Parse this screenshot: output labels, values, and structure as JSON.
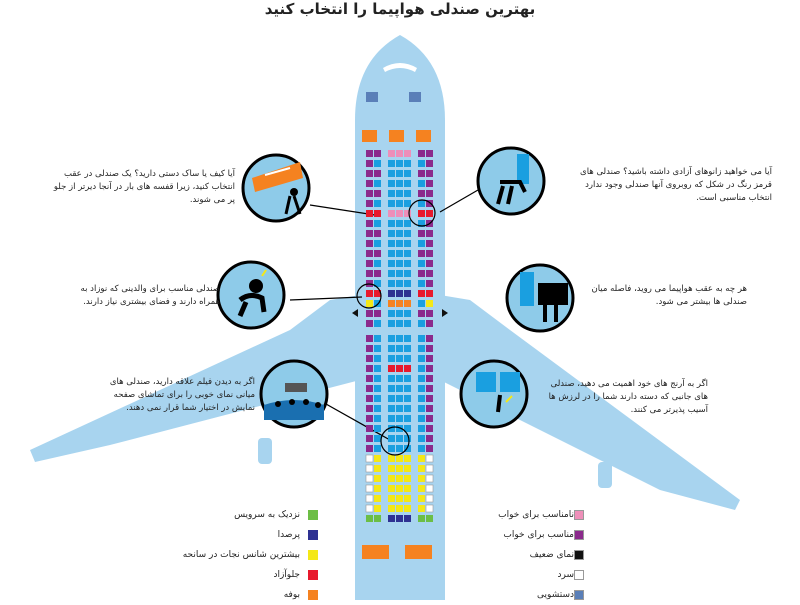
{
  "title": "بهترین صندلی هواپیما را انتخاب کنید",
  "colors": {
    "plane_body": "#a8d4ef",
    "seat_blue": "#1a9fe0",
    "seat_purple": "#8b2a8c",
    "seat_red": "#e8192c",
    "seat_orange": "#f58220",
    "seat_yellow": "#f4e816",
    "seat_green": "#6cbe45",
    "seat_navy": "#2e3192",
    "seat_pink": "#ee8fb9",
    "seat_black": "#111111",
    "seat_white": "#ffffff",
    "seat_slate": "#5a7fb8",
    "circle_fill": "#8ecbe9",
    "circle_border": "#000000"
  },
  "notes": {
    "armrest": "آیا کیف یا ساک دستی دارید؟ یک صندلی در عقب انتخاب کنید، زیرا قفسه های بار در آنجا دیرتر از جلو پر می شوند.",
    "legroom": "آیا می خواهید زانوهای آزادی داشته باشید؟ صندلی های قرمز رنگ در شکل که روبروی آنها صندلی وجود ندارد انتخاب مناسبی است.",
    "parents": "صندلی مناسب برای والدینی که نوزاد به همراه دارند و فضای بیشتری نیاز دارند.",
    "recline": "هر چه به عقب هواپیما می روید، فاصله میان صندلی ها بیشتر می شود.",
    "movie": "اگر به دیدن فیلم علاقه دارید، صندلی های میانی نمای خوبی را برای تماشای صفحه نمایش در اختیار شما قرار نمی دهند.",
    "elbow": "اگر به آرنج های خود اهمیت می دهید، صندلی های جانبی که دسته دارند شما را در لرزش ها آسیب پذیرتر می کنند."
  },
  "legend_left": [
    {
      "label": "نزدیک به سرویس",
      "color": "#6cbe45"
    },
    {
      "label": "پرصدا",
      "color": "#2e3192"
    },
    {
      "label": "بیشترین شانس نجات در سانحه",
      "color": "#f4e816"
    },
    {
      "label": "جلوآزاد",
      "color": "#e8192c"
    },
    {
      "label": "بوفه",
      "color": "#f58220"
    }
  ],
  "legend_right": [
    {
      "label": "نامناسب برای خواب",
      "color": "#ee8fb9"
    },
    {
      "label": "مناسب برای خواب",
      "color": "#8b2a8c"
    },
    {
      "label": "نمای ضعیف",
      "color": "#111111"
    },
    {
      "label": "سرد",
      "color": "#ffffff"
    },
    {
      "label": "دستشویی",
      "color": "#5a7fb8"
    }
  ],
  "icons": [
    "luggage-icon",
    "legroom-icon",
    "baby-icon",
    "recline-icon",
    "movie-screen-icon",
    "elbow-icon"
  ]
}
